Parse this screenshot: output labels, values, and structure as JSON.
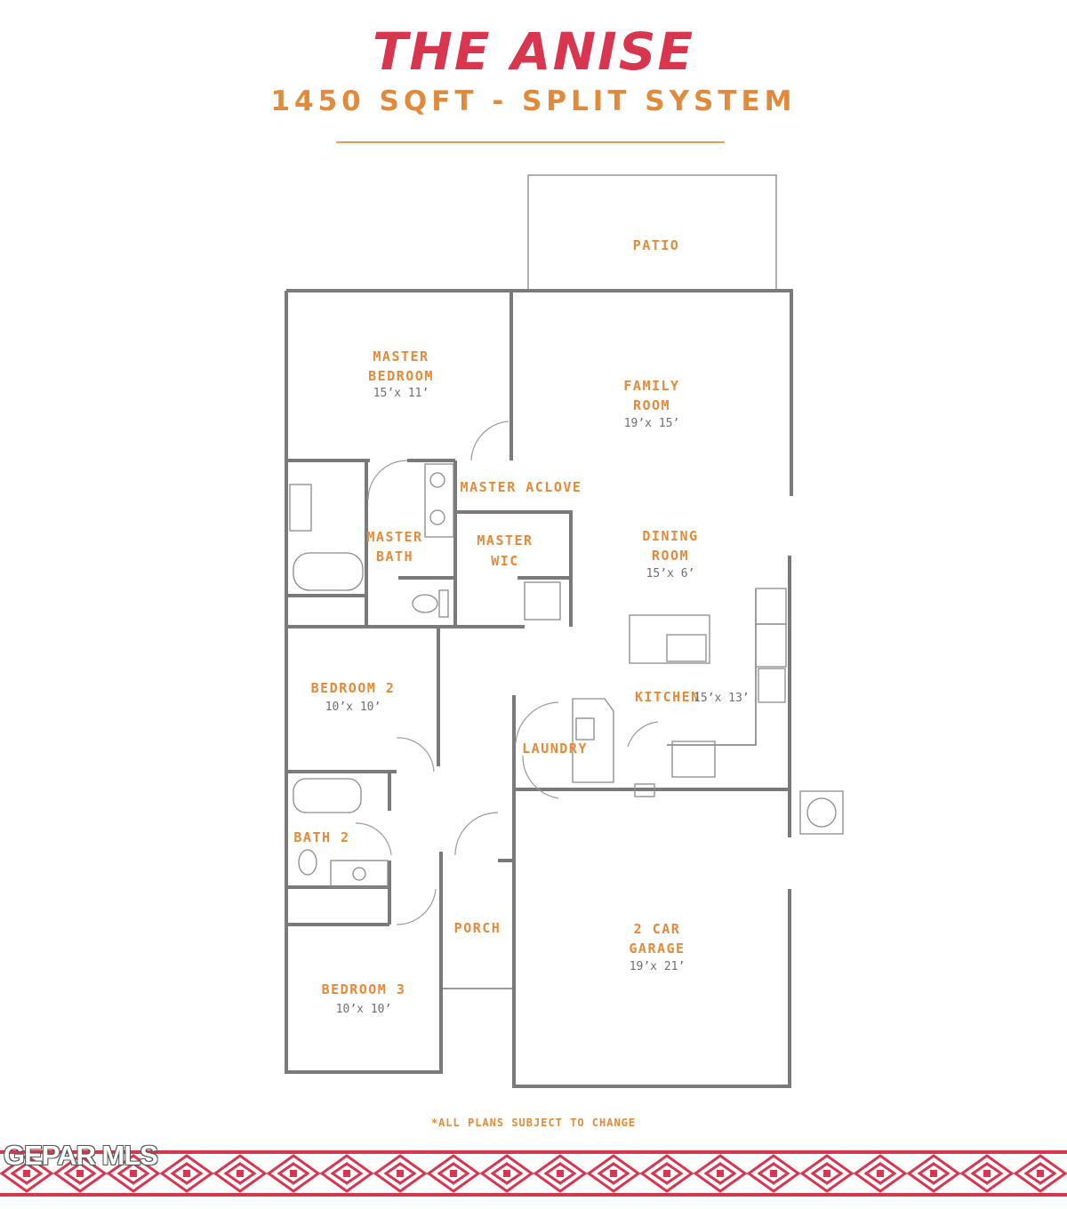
{
  "header": {
    "title": "THE ANISE",
    "subtitle": "1450 SQFT - SPLIT SYSTEM"
  },
  "rooms": {
    "patio": {
      "name": "PATIO"
    },
    "master_bedroom": {
      "name_line1": "MASTER",
      "name_line2": "BEDROOM",
      "dims": "15’x 11’"
    },
    "family_room": {
      "name_line1": "FAMILY",
      "name_line2": "ROOM",
      "dims": "19’x 15’"
    },
    "master_alcove": {
      "name": "MASTER ACLOVE"
    },
    "master_bath": {
      "name_line1": "MASTER",
      "name_line2": "BATH"
    },
    "master_wic": {
      "name_line1": "MASTER",
      "name_line2": "WIC"
    },
    "dining_room": {
      "name_line1": "DINING",
      "name_line2": "ROOM",
      "dims": "15’x 6’"
    },
    "bedroom_2": {
      "name": "BEDROOM 2",
      "dims": "10’x 10’"
    },
    "kitchen": {
      "name": "KITCHEN",
      "dims": "15’x 13’"
    },
    "laundry": {
      "name": "LAUNDRY"
    },
    "bath_2": {
      "name": "BATH 2"
    },
    "porch": {
      "name": "PORCH"
    },
    "garage": {
      "name_line1": "2 CAR",
      "name_line2": "GARAGE",
      "dims": "19’x 21’"
    },
    "bedroom_3": {
      "name": "BEDROOM 3",
      "dims": "10’x 10’"
    }
  },
  "footer": {
    "note": "*ALL PLANS SUBJECT TO CHANGE",
    "watermark": "GEPAR MLS"
  },
  "colors": {
    "title": "#d8354f",
    "subtitle": "#e08a3c",
    "labels": "#e48a3a",
    "walls": "#7a7a7a",
    "pattern": "#d8354f"
  }
}
